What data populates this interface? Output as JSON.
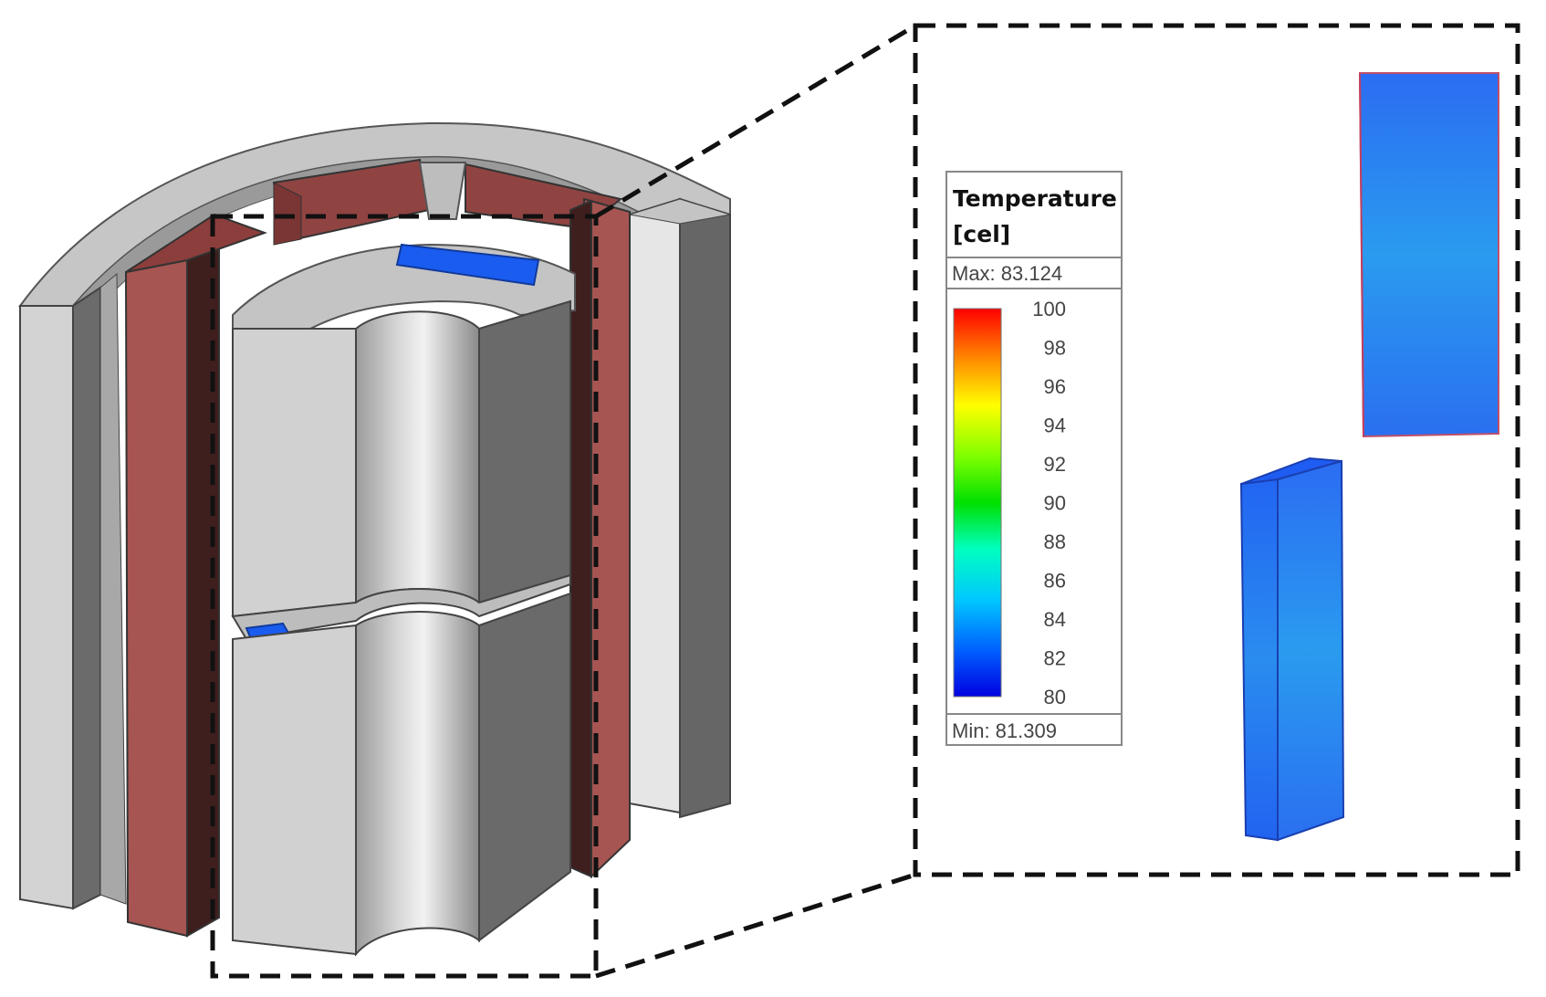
{
  "legend": {
    "title_line1": "Temperature",
    "title_line2": "[cel]",
    "max_label": "Max:  83.124",
    "min_label": "Min:  81.309",
    "ticks": [
      "100",
      "98",
      "96",
      "94",
      "92",
      "90",
      "88",
      "86",
      "84",
      "82",
      "80"
    ],
    "gradient_stops": [
      "#ff0000",
      "#ff8000",
      "#ffff00",
      "#80ff00",
      "#00e000",
      "#00ffc0",
      "#00c8ff",
      "#0060ff",
      "#0000e0"
    ]
  },
  "colors": {
    "stator_light": "#d0d0d0",
    "stator_top": "#c6c6c6",
    "stator_dark": "#6a6a6a",
    "coil_front": "#a65552",
    "coil_side": "#3f1e1e",
    "magnet_blue": "#1a5cf0",
    "magnet_light": "#2f86ee"
  }
}
